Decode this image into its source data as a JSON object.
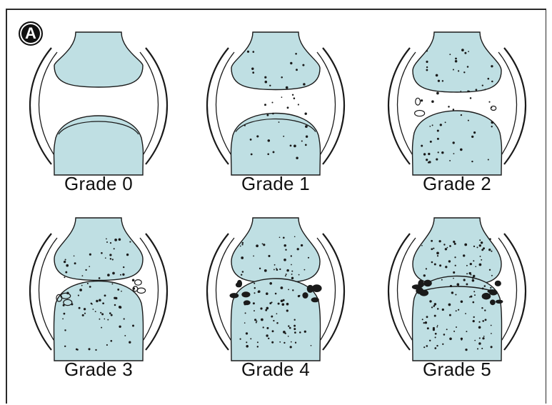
{
  "panel_label": "A",
  "colors": {
    "bone_fill": "#bfdfe3",
    "ink": "#1a1a1a",
    "space_fill": "#ffffff"
  },
  "grades": [
    {
      "label": "Grade 0",
      "severity": 0
    },
    {
      "label": "Grade 1",
      "severity": 1
    },
    {
      "label": "Grade 2",
      "severity": 2
    },
    {
      "label": "Grade 3",
      "severity": 3
    },
    {
      "label": "Grade 4",
      "severity": 4
    },
    {
      "label": "Grade 5",
      "severity": 5
    }
  ]
}
